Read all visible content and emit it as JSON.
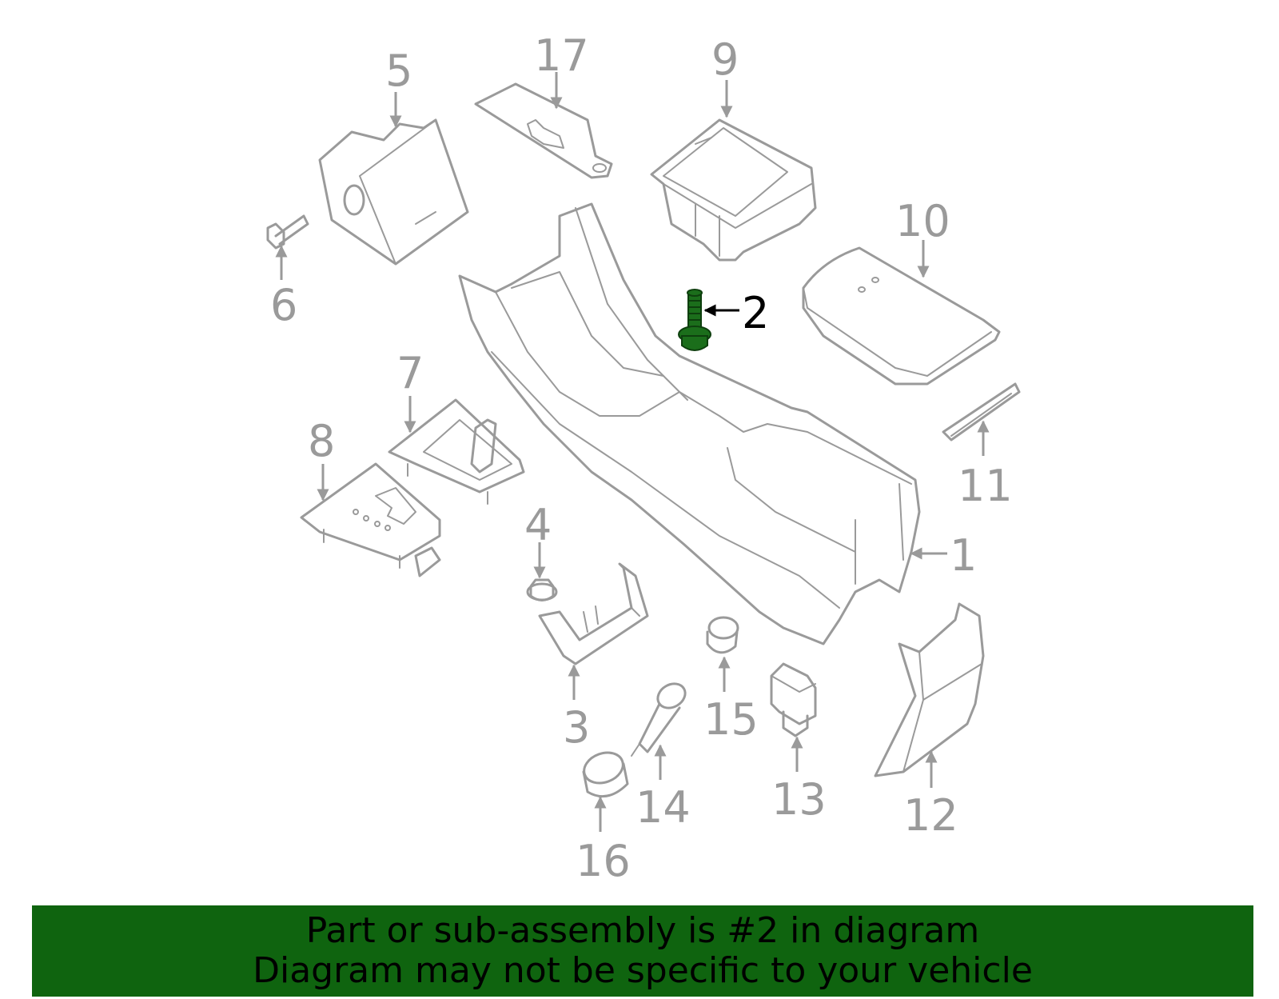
{
  "diagram": {
    "highlighted_part": "2",
    "highlight_color": "#1b6e1b",
    "callouts": [
      "1",
      "2",
      "3",
      "4",
      "5",
      "6",
      "7",
      "8",
      "9",
      "10",
      "11",
      "12",
      "13",
      "14",
      "15",
      "16",
      "17"
    ]
  },
  "banner": {
    "line1": "Part or sub-assembly is #2 in diagram",
    "line2": "Diagram may not be specific to your vehicle",
    "background": "#0f640f"
  }
}
